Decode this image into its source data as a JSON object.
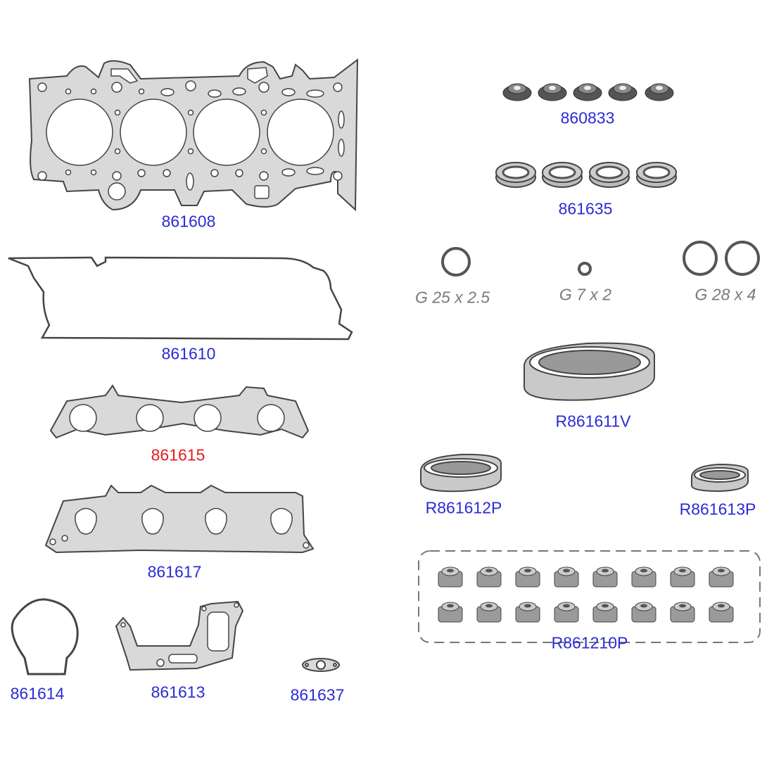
{
  "colors": {
    "part_number": "#2b2bd6",
    "highlight": "#e0201e",
    "oring_size": "#7a7a7a",
    "gasket_fill": "#d9d9d9",
    "outline": "#454545"
  },
  "left_parts": [
    {
      "id": "head-gasket",
      "label": "861608"
    },
    {
      "id": "valve-cover-gasket",
      "label": "861610"
    },
    {
      "id": "intake-manifold-gasket",
      "label": "861615"
    },
    {
      "id": "exhaust-manifold-gasket",
      "label": "861617"
    },
    {
      "id": "loop-gasket",
      "label": "861614"
    },
    {
      "id": "bracket-gasket",
      "label": "861613"
    },
    {
      "id": "flange-gasket",
      "label": "861637"
    }
  ],
  "right_parts": [
    {
      "id": "spark-plug-seals",
      "label": "860833"
    },
    {
      "id": "tube-seals",
      "label": "861635"
    },
    {
      "id": "oring-25",
      "label": "G 25 x 2.5"
    },
    {
      "id": "oring-7",
      "label": "G 7 x 2"
    },
    {
      "id": "oring-28",
      "label": "G 28 x 4"
    },
    {
      "id": "crank-seal-rear",
      "label": "R861611V"
    },
    {
      "id": "crank-seal-front",
      "label": "R861612P"
    },
    {
      "id": "cam-seal",
      "label": "R861613P"
    },
    {
      "id": "valve-stem-seals",
      "label": "R861210P"
    }
  ]
}
